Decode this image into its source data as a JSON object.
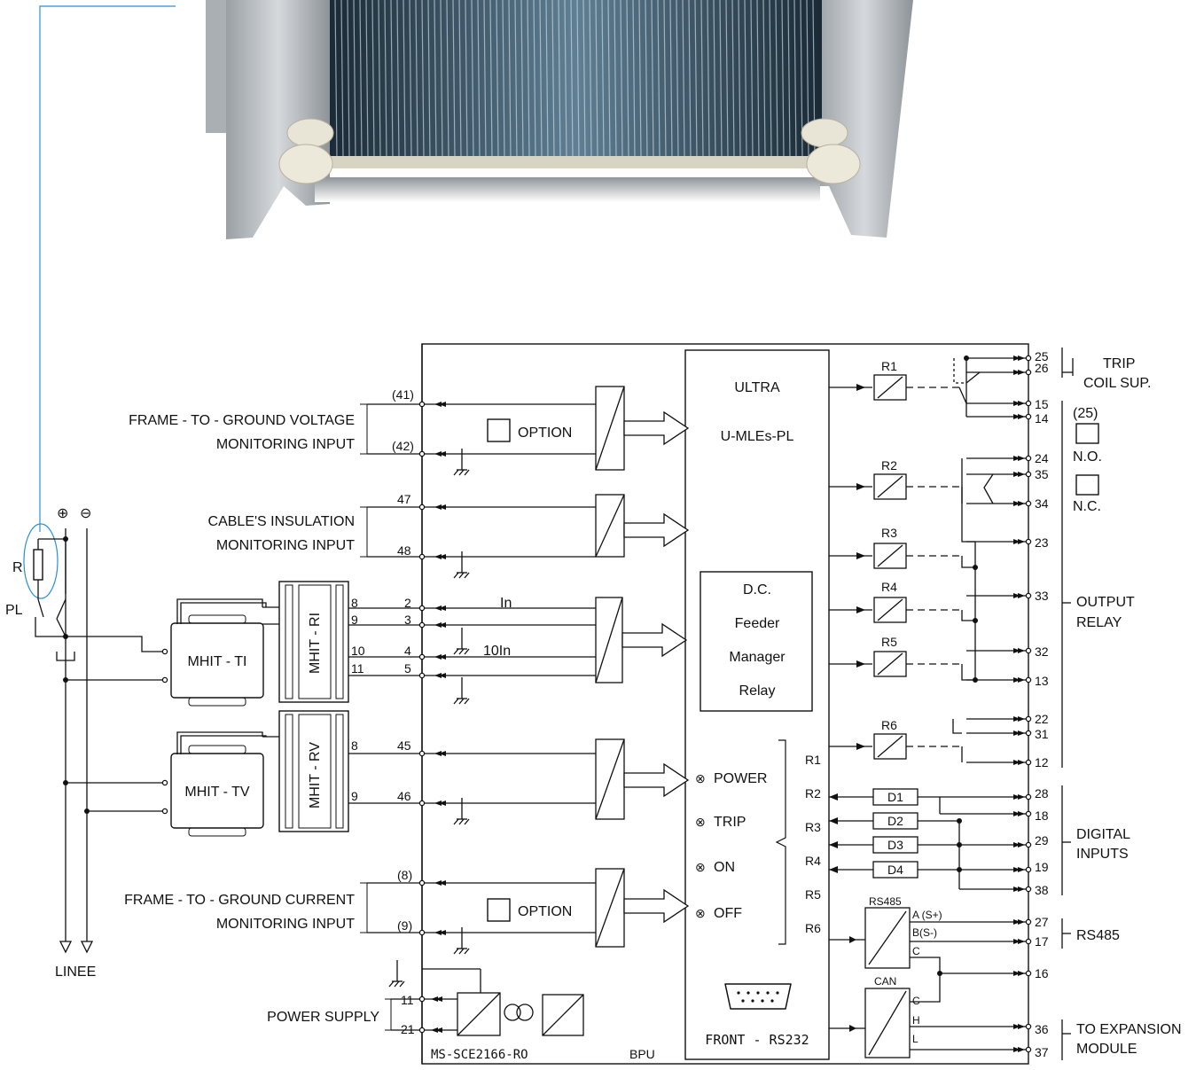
{
  "photo": {
    "description_icon": "resistor-unit-photo"
  },
  "colors": {
    "line": "#111111",
    "callout": "#2a8fd6",
    "fin_dark": "#1e2f3c",
    "fin_light": "#6f8fa3",
    "frame": "#b9bec2",
    "insulator": "#e8e4d6"
  },
  "inputs": {
    "frame_voltage": {
      "line1": "FRAME - TO - GROUND VOLTAGE",
      "line2": "MONITORING INPUT",
      "t_top": "(41)",
      "t_bot": "(42)"
    },
    "cable_insulation": {
      "line1": "CABLE'S INSULATION",
      "line2": "MONITORING INPUT",
      "t_top": "47",
      "t_bot": "48"
    },
    "frame_current": {
      "line1": "FRAME - TO - GROUND CURRENT",
      "line2": "MONITORING INPUT",
      "t_top": "(8)",
      "t_bot": "(9)"
    },
    "power_supply": {
      "label": "POWER SUPPLY",
      "t_top": "11",
      "t_bot": "21"
    }
  },
  "option_label": "OPTION",
  "mhit_ri": {
    "label": "MHIT - RI",
    "pins": [
      "8",
      "9",
      "10",
      "11"
    ],
    "terms": [
      "2",
      "3",
      "4",
      "5"
    ],
    "in_label": "In",
    "in10_label": "10In"
  },
  "mhit_rv": {
    "label": "MHIT - RV",
    "pins": [
      "8",
      "9"
    ],
    "terms": [
      "45",
      "46"
    ]
  },
  "mhit_ti": "MHIT - TI",
  "mhit_tv": "MHIT - TV",
  "line_side": {
    "plus": "⊕",
    "minus": "⊖",
    "r": "R",
    "pl": "PL",
    "linee": "LINEE"
  },
  "core": {
    "ultra": "ULTRA",
    "model": "U-MLEs-PL",
    "dc_lines": [
      "D.C.",
      "Feeder",
      "Manager",
      "Relay"
    ],
    "leds": [
      "POWER",
      "TRIP",
      "ON",
      "OFF"
    ],
    "led_symbol": "⊗",
    "relays_list": [
      "R1",
      "R2",
      "R3",
      "R4",
      "R5",
      "R6"
    ],
    "front": "FRONT - RS232"
  },
  "bottom": {
    "code": "MS-SCE2166-RO",
    "bpu": "BPU"
  },
  "relays": [
    {
      "name": "R1",
      "terms": [
        "25",
        "26",
        "15",
        "14"
      ]
    },
    {
      "name": "R2",
      "terms": [
        "24",
        "35",
        "34"
      ]
    },
    {
      "name": "R3",
      "terms": [
        "23"
      ]
    },
    {
      "name": "R4",
      "terms": [
        "33"
      ]
    },
    {
      "name": "R5",
      "terms": [
        "32",
        "13"
      ]
    },
    {
      "name": "R6",
      "terms": [
        "22",
        "31",
        "12"
      ]
    }
  ],
  "digital": {
    "items": [
      "D1",
      "D2",
      "D3",
      "D4"
    ],
    "terms": [
      "28",
      "18",
      "29",
      "19",
      "38"
    ]
  },
  "rs485": {
    "title": "RS485",
    "pins": [
      "A (S+)",
      "B(S-)",
      "C"
    ],
    "terms": [
      "27",
      "17",
      "16"
    ]
  },
  "can": {
    "title": "CAN",
    "pins": [
      "C",
      "H",
      "L"
    ],
    "terms": [
      "36",
      "37"
    ]
  },
  "right_labels": {
    "trip": "TRIP",
    "coil": "COIL SUP.",
    "p25": "(25)",
    "no": "N.O.",
    "nc": "N.C.",
    "output1": "OUTPUT",
    "output2": "RELAY",
    "digital1": "DIGITAL",
    "digital2": "INPUTS",
    "rs485": "RS485",
    "exp1": "TO EXPANSION",
    "exp2": "MODULE"
  }
}
